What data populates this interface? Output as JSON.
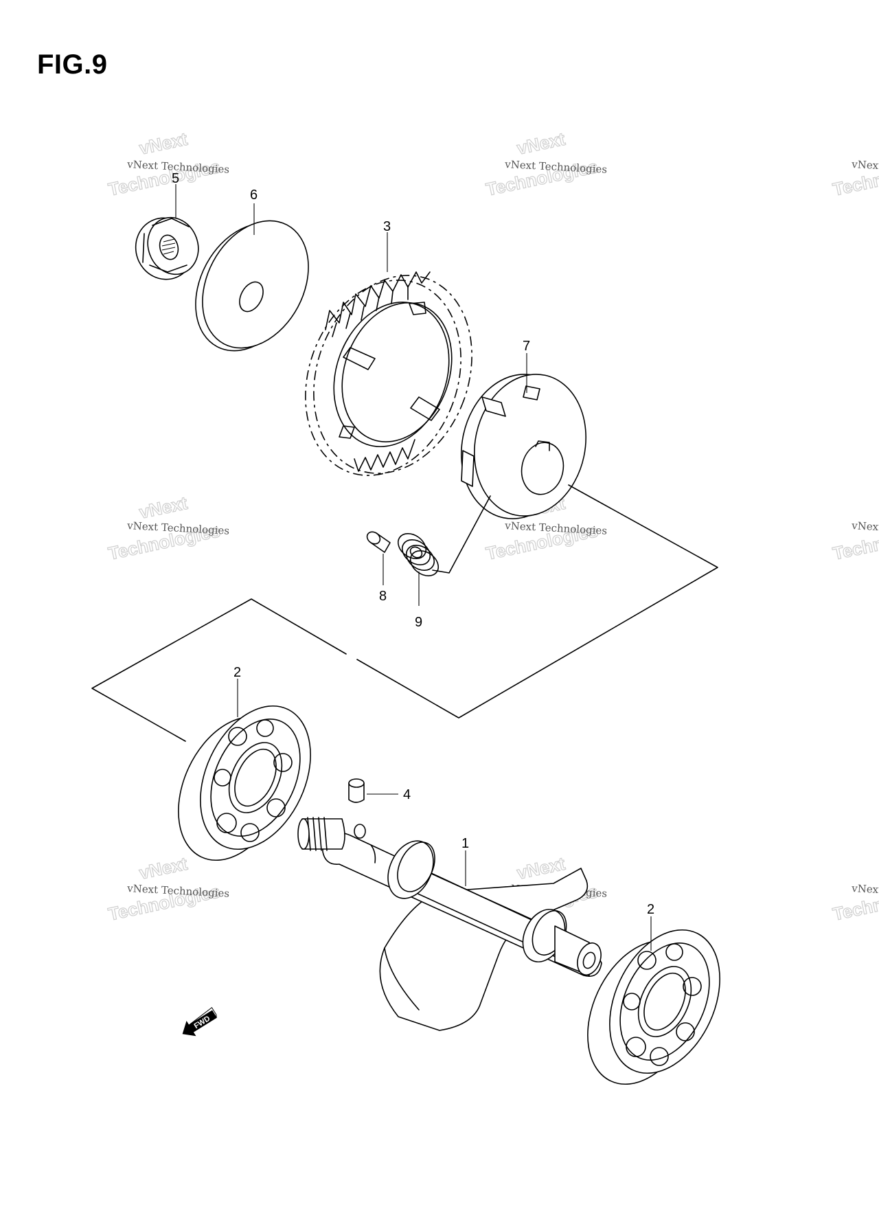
{
  "figure": {
    "title": "FIG.9"
  },
  "watermark": {
    "line1": "vNext Technologies",
    "big_line1": "vNext",
    "big_line2": "Technologies"
  },
  "callouts": {
    "c1": "1",
    "c2a": "2",
    "c2b": "2",
    "c3": "3",
    "c4": "4",
    "c5": "5",
    "c6": "6",
    "c7": "7",
    "c8": "8",
    "c9": "9"
  },
  "direction_marker": {
    "label": "FWD"
  }
}
